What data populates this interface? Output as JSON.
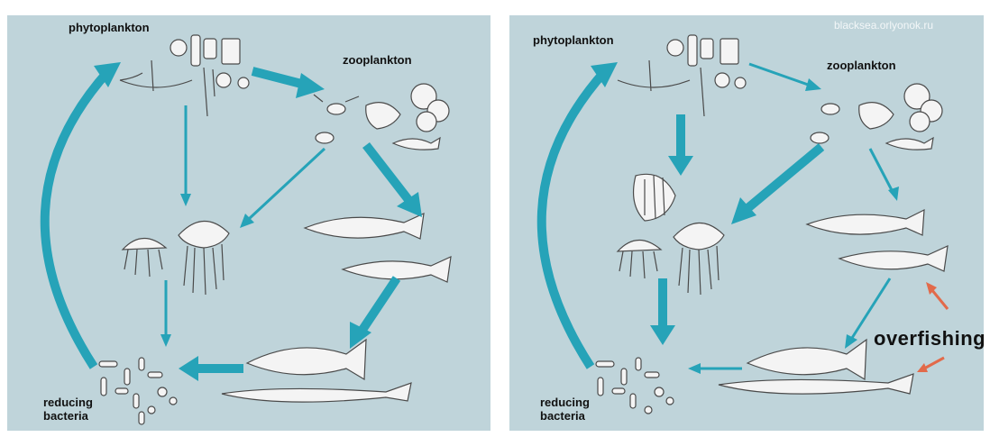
{
  "watermark": "blacksea.orlyonok.ru",
  "left": {
    "phytoplankton": "phytoplankton",
    "zooplankton": "zooplankton",
    "bacteria_line1": "reducing",
    "bacteria_line2": "bacteria"
  },
  "right": {
    "phytoplankton": "phytoplankton",
    "zooplankton": "zooplankton",
    "bacteria_line1": "reducing",
    "bacteria_line2": "bacteria",
    "overfishing": "overfishing"
  },
  "colors": {
    "panel": "#bfd4da",
    "arrow": "#26a3b8",
    "overfishing_arrow": "#e26a4a"
  },
  "icons": [
    "phytoplankton-cluster",
    "zooplankton-cluster",
    "jellyfish-group",
    "small-fish-pair",
    "predator-fish",
    "needlefish",
    "bacteria-cluster",
    "ctenophore"
  ]
}
